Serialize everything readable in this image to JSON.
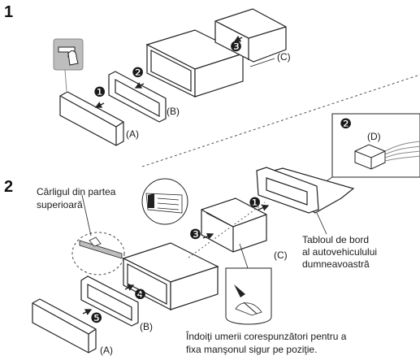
{
  "steps": [
    {
      "number": "1"
    },
    {
      "number": "2"
    }
  ],
  "step1": {
    "labels": {
      "a": "(A)",
      "b": "(B)",
      "c": "(C)"
    },
    "markers": [
      "❶",
      "❷",
      "❸"
    ]
  },
  "step2": {
    "labels": {
      "a": "(A)",
      "b": "(B)",
      "c": "(C)",
      "d": "(D)"
    },
    "markers": [
      "❶",
      "❷",
      "❸",
      "❹",
      "❺"
    ],
    "hook_caption_line1": "Cârligul din partea",
    "hook_caption_line2": "superioară",
    "dashboard_line1": "Tabloul de bord",
    "dashboard_line2": "al autovehiculului",
    "dashboard_line3": "dumneavoastră",
    "bend_line1": "Îndoiţi umerii corespunzători pentru a",
    "bend_line2": "fixa manşonul sigur pe poziţie."
  },
  "colors": {
    "line": "#222222",
    "fill": "#ffffff",
    "accent_gray": "#bdbdbd",
    "marker": "#111111"
  }
}
